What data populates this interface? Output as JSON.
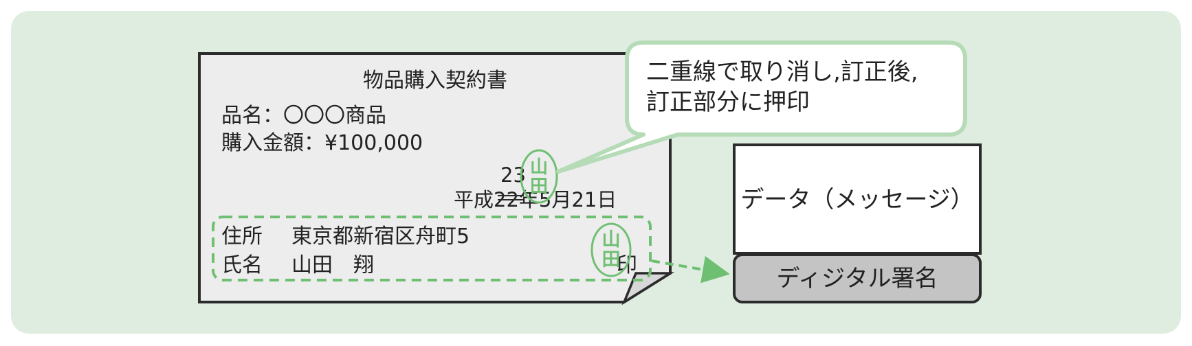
{
  "document": {
    "title": "物品購入契約書",
    "item_line": "品名：〇〇〇商品",
    "amount_line": "購入金額：¥100,000",
    "date_prefix": "平成",
    "old_year": "22",
    "new_year": "23",
    "date_suffix": "年5月21日",
    "address_label": "住所",
    "address_value": "東京都新宿区舟町5",
    "name_label": "氏名",
    "name_value": "山田　翔",
    "seal_char": "印"
  },
  "stamp": {
    "top_char": "山",
    "bottom_char": "田"
  },
  "callout": {
    "line1": "二重線で取り消し,訂正後,",
    "line2": "訂正部分に押印"
  },
  "data_box": {
    "label": "データ（メッセージ）"
  },
  "signature_box": {
    "label": "ディジタル署名"
  },
  "colors": {
    "background_panel": "#deede0",
    "document_fill": "#ededed",
    "stroke": "#2b2b2b",
    "green": "#6fbf73",
    "callout_border": "#b5dbb7",
    "signature_fill": "#c4c4c4"
  }
}
